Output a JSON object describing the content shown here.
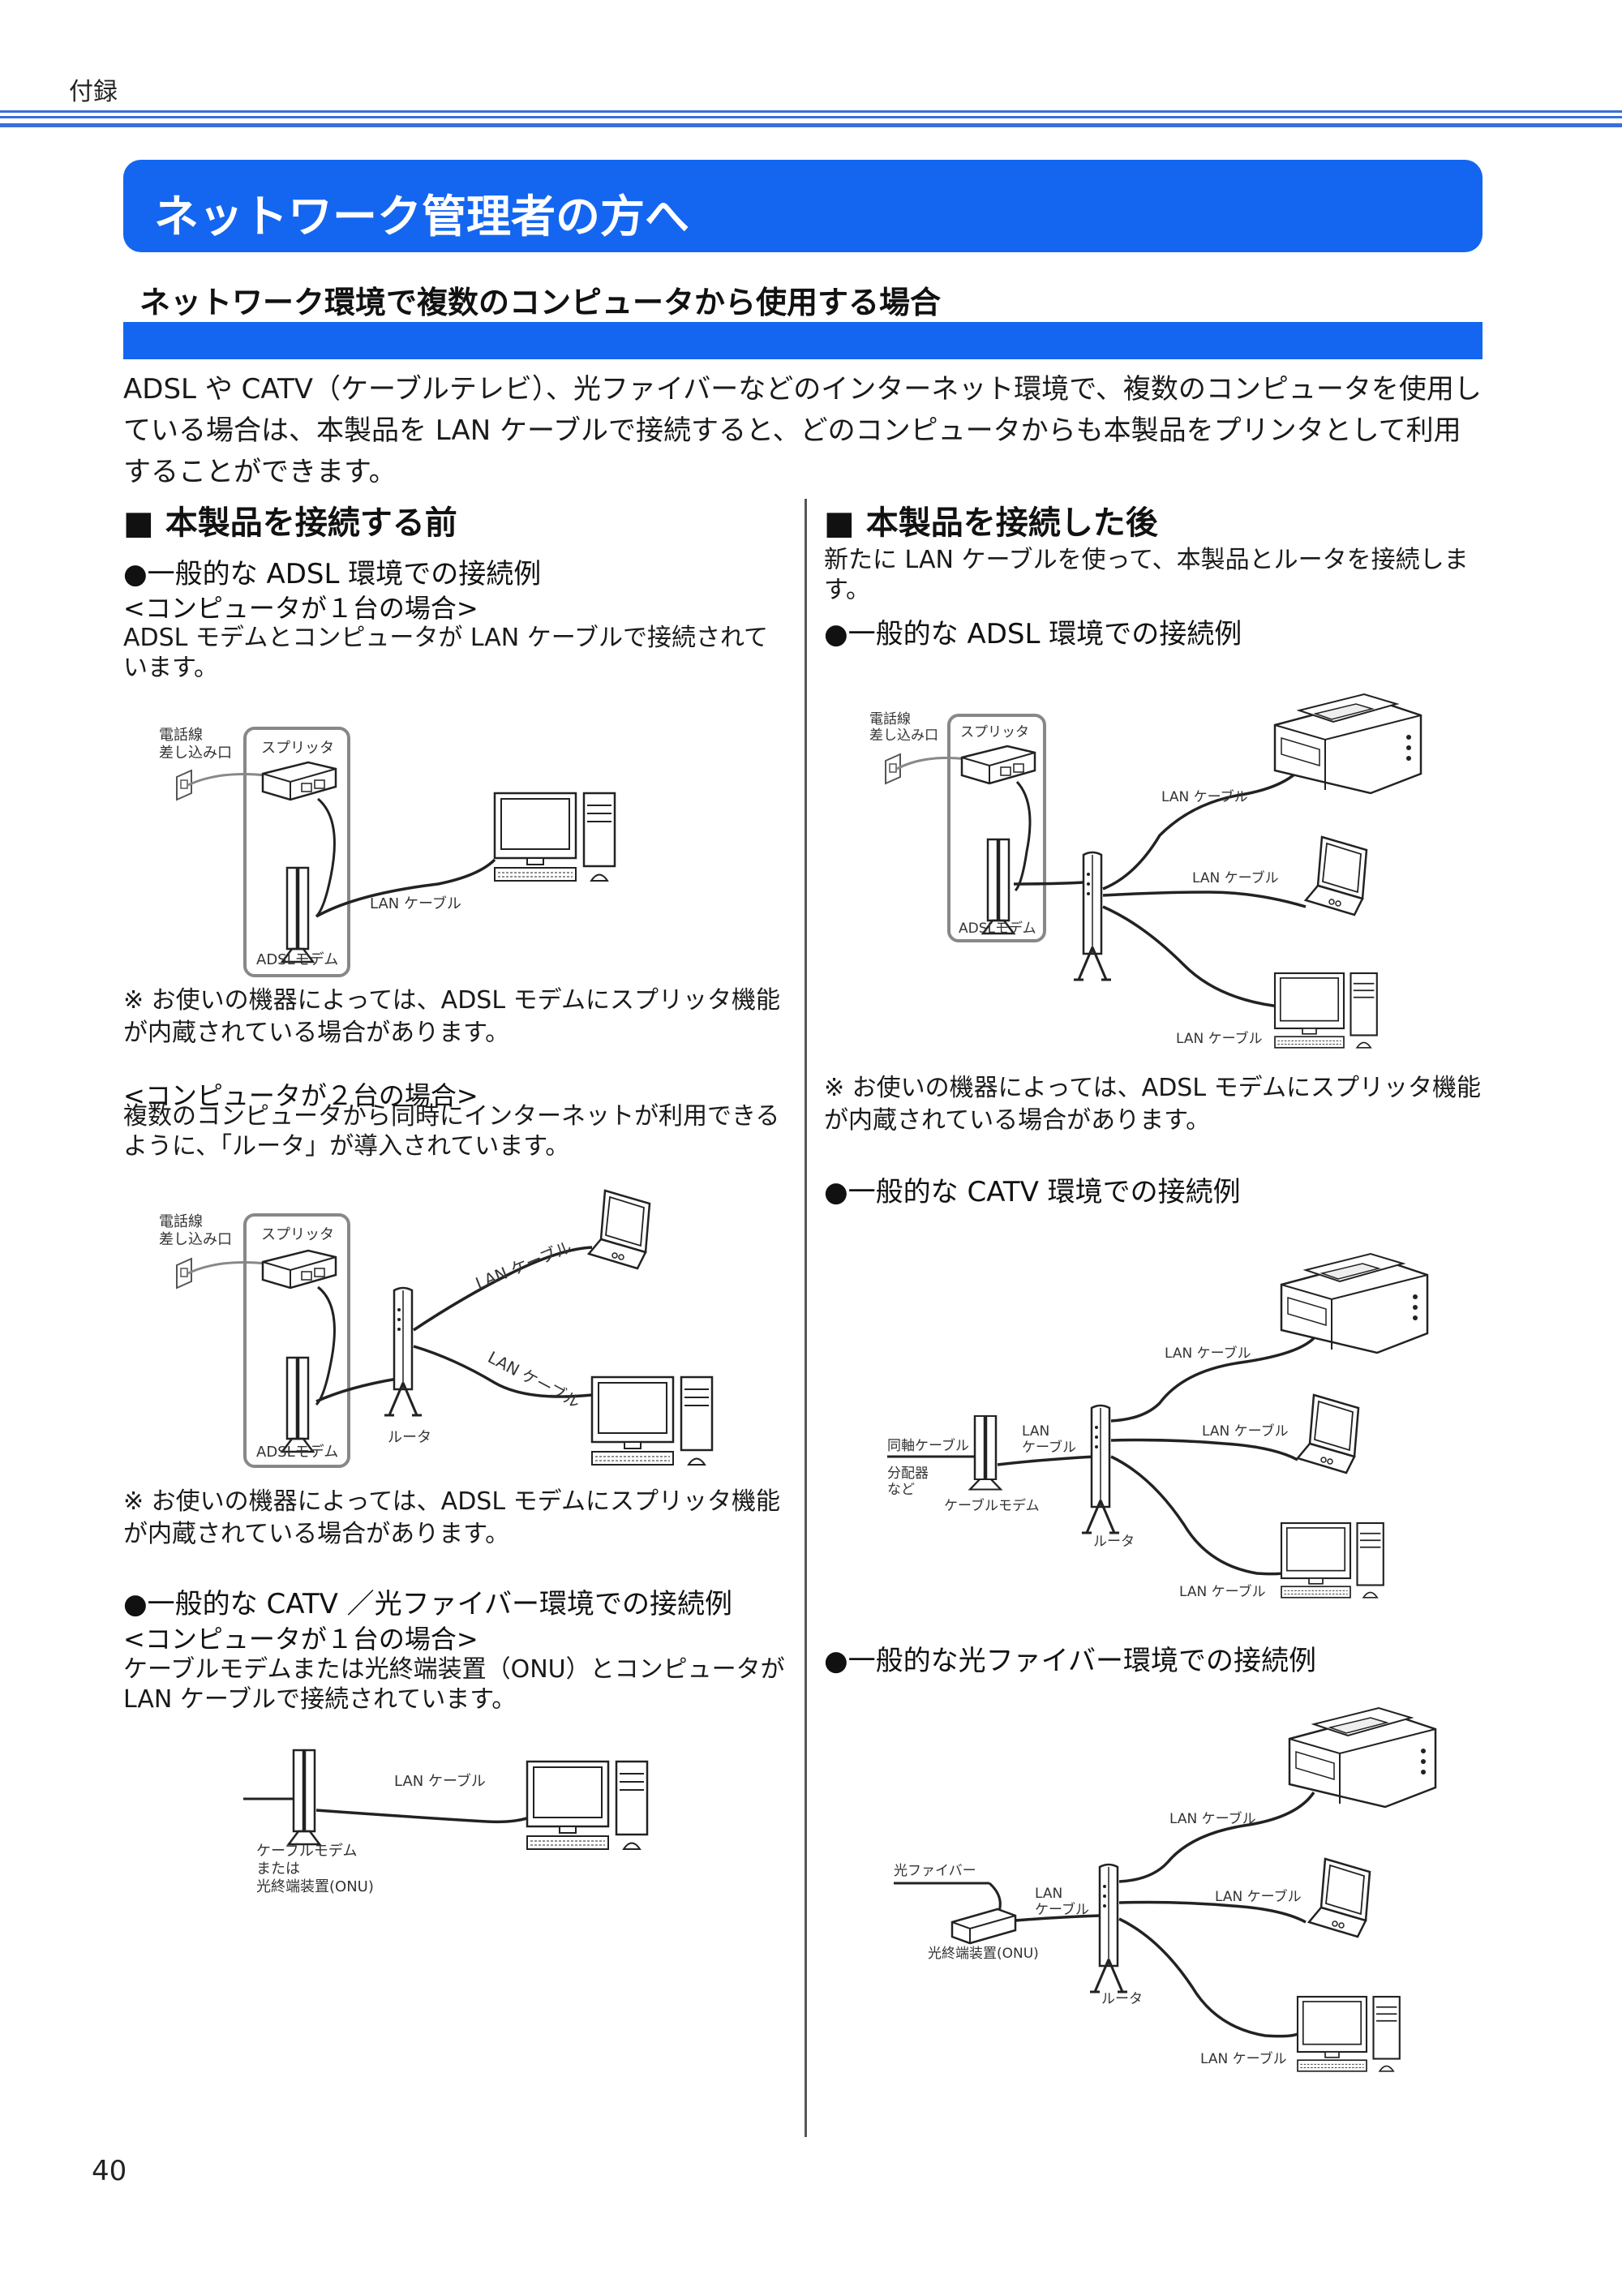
{
  "header": {
    "section": "付録",
    "title": "ネットワーク管理者の方へ",
    "subtitle": "ネットワーク環境で複数のコンピュータから使用する場合",
    "intro": "ADSL や CATV（ケーブルテレビ）、光ファイバーなどのインターネット環境で、複数のコンピュータを使用している場合は、本製品を LAN ケーブルで接続すると、どのコンピュータからも本製品をプリンタとして利用することができます。"
  },
  "left": {
    "heading": "■ 本製品を接続する前",
    "adsl_heading": "●一般的な ADSL 環境での接続例",
    "one_pc_heading": "<コンピュータが１台の場合>",
    "one_pc_text": "ADSL モデムとコンピュータが LAN ケーブルで接続されています。",
    "note1": "※ お使いの機器によっては、ADSL モデムにスプリッタ機能が内蔵されている場合があります。",
    "two_pc_heading": "<コンピュータが２台の場合>",
    "two_pc_text": "複数のコンピュータから同時にインターネットが利用できるように、「ルータ」が導入されています。",
    "note2": "※ お使いの機器によっては、ADSL モデムにスプリッタ機能が内蔵されている場合があります。",
    "catv_heading": "●一般的な CATV ／光ファイバー環境での接続例",
    "catv_one_pc_heading": "<コンピュータが１台の場合>",
    "catv_one_pc_text": "ケーブルモデムまたは光終端装置（ONU）とコンピュータが LAN ケーブルで接続されています。"
  },
  "right": {
    "heading": "■ 本製品を接続した後",
    "intro_text": "新たに LAN ケーブルを使って、本製品とルータを接続します。",
    "adsl_heading": "●一般的な ADSL 環境での接続例",
    "note": "※ お使いの機器によっては、ADSL モデムにスプリッタ機能が内蔵されている場合があります。",
    "catv_heading": "●一般的な CATV 環境での接続例",
    "fiber_heading": "●一般的な光ファイバー環境での接続例"
  },
  "labels": {
    "phone_line_1": "電話線",
    "phone_line_2": "差し込み口",
    "splitter": "スプリッタ",
    "adsl_modem": "ADSLモデム",
    "lan_cable": "LAN ケーブル",
    "lan": "LAN",
    "cable": "ケーブル",
    "router": "ルータ",
    "coax_cable": "同軸ケーブル",
    "distributor_1": "分配器",
    "distributor_2": "など",
    "cable_modem": "ケーブルモデム",
    "cm_or_onu_1": "ケーブルモデム",
    "cm_or_onu_2": "または",
    "cm_or_onu_3": "光終端装置(ONU)",
    "optical_fiber": "光ファイバー",
    "onu": "光終端装置(ONU)"
  },
  "footer": {
    "page_number": "40"
  },
  "colors": {
    "accent": "#1466f0",
    "rule": "#3a6fd8"
  }
}
